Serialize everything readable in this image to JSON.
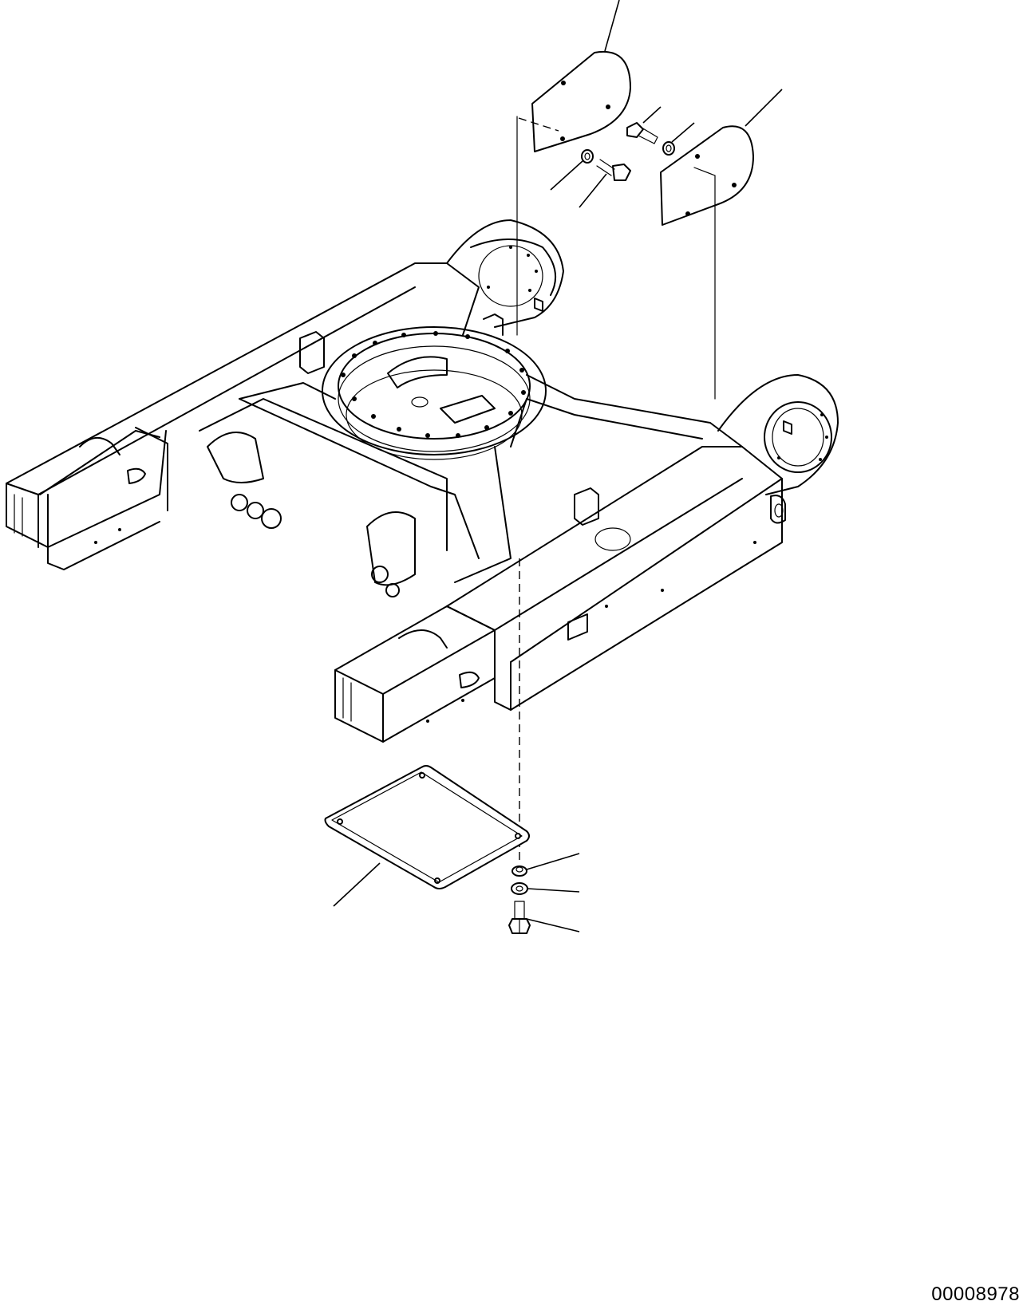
{
  "drawing": {
    "number": "00008978"
  },
  "parts": [
    {
      "name": "cover-left-upper"
    },
    {
      "name": "cover-right-upper"
    },
    {
      "name": "bolt-upper-a"
    },
    {
      "name": "bolt-upper-b"
    },
    {
      "name": "washer-upper-a"
    },
    {
      "name": "washer-upper-b"
    },
    {
      "name": "undercover-plate"
    },
    {
      "name": "nut-lower"
    },
    {
      "name": "washer-lower"
    },
    {
      "name": "bolt-lower"
    }
  ]
}
